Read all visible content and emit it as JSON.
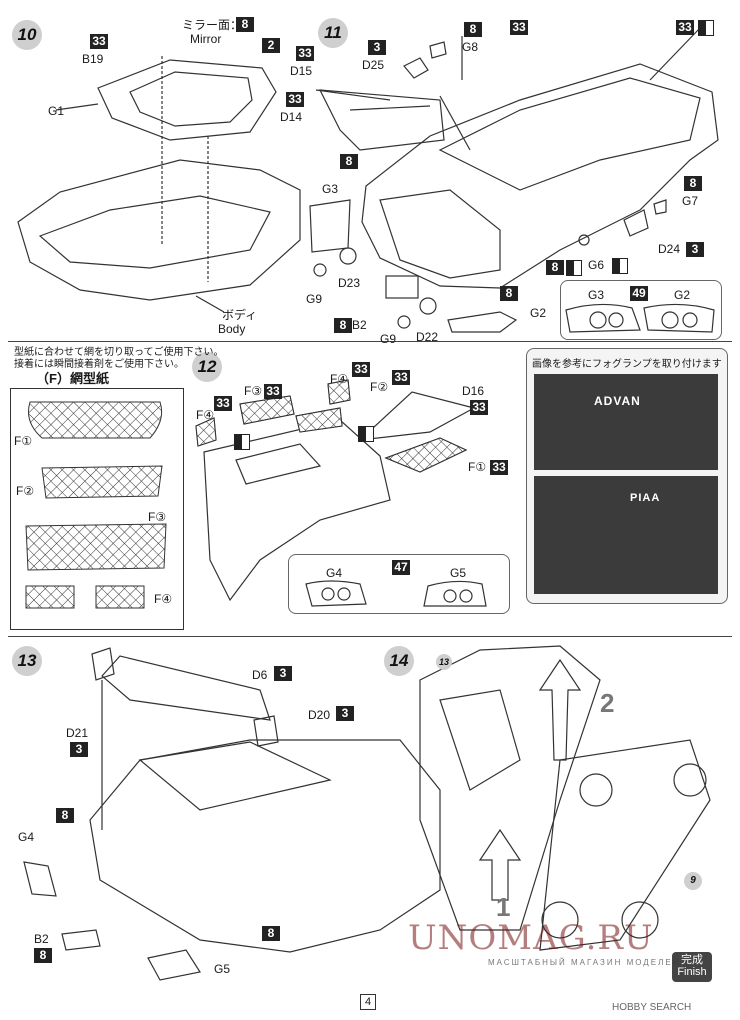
{
  "page_number": "4",
  "steps": {
    "s10": "10",
    "s11": "11",
    "s12": "12",
    "s13": "13",
    "s14": "14"
  },
  "paint": {
    "p33": "33",
    "p2": "2",
    "p8": "8",
    "p3": "3",
    "p49": "49",
    "p47": "47"
  },
  "step10": {
    "mirror_jp": "ミラー面：",
    "mirror_en": "Mirror",
    "b19": "B19",
    "g1": "G1",
    "body_jp": "ボディ",
    "body_en": "Body"
  },
  "step11": {
    "g8": "G8",
    "d25": "D25",
    "d15": "D15",
    "d14": "D14",
    "g3": "G3",
    "d23": "D23",
    "g9a": "G9",
    "g9b": "G9",
    "b2": "B2",
    "d22": "D22",
    "g2": "G2",
    "g7": "G7",
    "d24": "D24",
    "g6": "G6",
    "inset_g3": "G3",
    "inset_g2": "G2"
  },
  "step12": {
    "sheet_note_1": "型紙に合わせて網を切り取ってご使用下さい。",
    "sheet_note_2": "接着には瞬間接着剤をご使用下さい。",
    "sheet_title": "（F）網型紙",
    "f1": "F①",
    "f2": "F②",
    "f3": "F③",
    "f4": "F④",
    "d16": "D16",
    "g4": "G4",
    "g5": "G5",
    "fog_note": "画像を参考にフォグランプを取り付けます",
    "photo_brand_1": "ADVAN",
    "photo_brand_2": "PIAA"
  },
  "step13": {
    "d6": "D6",
    "d20": "D20",
    "d21": "D21",
    "g4": "G4",
    "b2": "B2",
    "g5": "G5"
  },
  "step14": {
    "arrow1": "1",
    "arrow2": "2",
    "ref13": "13",
    "ref9": "9",
    "finish_jp": "完成",
    "finish_en": "Finish"
  },
  "watermark": {
    "main": "UNOMAG.RU",
    "sub": "МАСШТАБНЫЙ МАГАЗИН МОДЕЛЕЙ"
  },
  "credit": "HOBBY SEARCH"
}
